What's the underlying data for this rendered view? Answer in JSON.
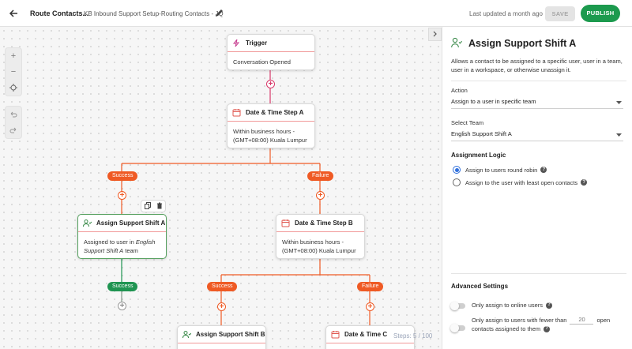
{
  "header": {
    "flow_title": "Route Contacts...",
    "flow_description": "KB Inbound Support Setup-Routing Contacts - JQ",
    "last_updated": "Last updated a month ago",
    "save_label": "SAVE",
    "publish_label": "PUBLISH"
  },
  "canvas": {
    "steps_counter": "Steps: 5 / 100",
    "nodes": {
      "trigger": {
        "title": "Trigger",
        "body": "Conversation Opened"
      },
      "datetime_a": {
        "title": "Date & Time Step A",
        "body_line1": "Within business hours -",
        "body_line2": "(GMT+08:00) Kuala Lumpur"
      },
      "assign_a": {
        "title": "Assign Support Shift A",
        "body_prefix": "Assigned to user in ",
        "body_team": "English Support Shift A",
        "body_suffix": " team"
      },
      "datetime_b": {
        "title": "Date & Time Step B",
        "body_line1": "Within business hours -",
        "body_line2": "(GMT+08:00) Kuala Lumpur"
      },
      "assign_b": {
        "title": "Assign Support Shift B"
      },
      "datetime_c": {
        "title": "Date & Time C"
      }
    },
    "branches": {
      "success_a": "Success",
      "failure_a": "Failure",
      "success_assign_a": "Success",
      "success_b": "Success",
      "failure_b": "Failure"
    }
  },
  "panel": {
    "title": "Assign Support Shift A",
    "description": "Allows a contact to be assigned to a specific user, user in a team, user in a workspace, or otherwise unassign it.",
    "action_label": "Action",
    "action_value": "Assign to a user in specific team",
    "team_label": "Select Team",
    "team_value": "English Support Shift A",
    "logic_title": "Assignment Logic",
    "logic_options": [
      {
        "label": "Assign to users round robin",
        "selected": true
      },
      {
        "label": "Assign to the user with least open contacts",
        "selected": false
      }
    ],
    "advanced_title": "Advanced Settings",
    "online_only_label": "Only assign to online users",
    "fewer_than_prefix": "Only assign to users with fewer than",
    "fewer_than_value": "20",
    "fewer_than_suffix": "open",
    "fewer_than_line2": "contacts assigned to them"
  },
  "colors": {
    "publish": "#1c9a4e",
    "branch_orange": "#ef5a24",
    "success_green": "#1f9451",
    "trigger_line": "#d83a6a",
    "radio_blue": "#2f6fdc"
  }
}
